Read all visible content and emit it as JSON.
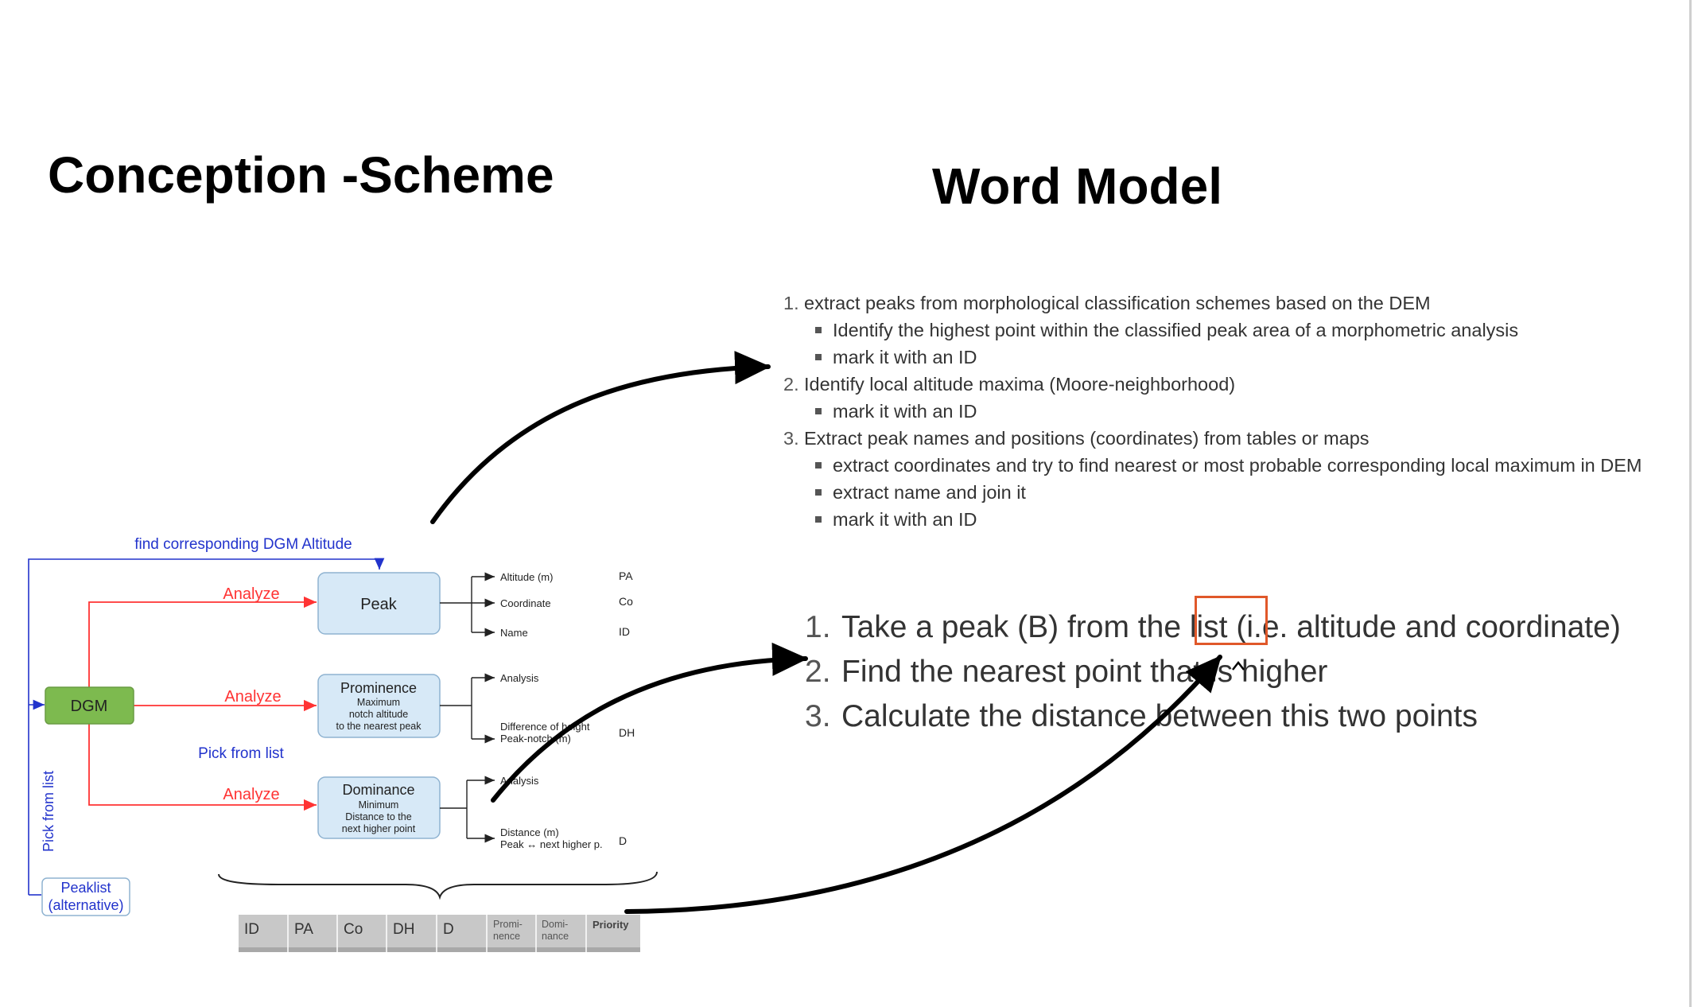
{
  "left_title": "Conception -Scheme",
  "right_title": "Word Model",
  "word_model_1": [
    {
      "num": "1.",
      "text": "extract peaks from morphological classification schemes based on the DEM",
      "sub": [
        "Identify the highest point within the classified peak area of a morphometric analysis",
        "mark it with an ID"
      ]
    },
    {
      "num": "2.",
      "text": "Identify local altitude maxima (Moore-neighborhood)",
      "sub": [
        "mark it with an ID"
      ]
    },
    {
      "num": "3.",
      "text": "Extract peak names and positions (coordinates) from tables or maps",
      "sub": [
        "extract coordinates and try to find nearest or most probable corresponding local maximum in DEM",
        "extract name and join it",
        "mark it with an ID"
      ]
    }
  ],
  "word_model_2": [
    {
      "num": "1.",
      "text": "Take a peak (B) from the list (i.e. altitude and coordinate)"
    },
    {
      "num": "2.",
      "text": "Find the nearest point that is higher"
    },
    {
      "num": "3.",
      "text": "Calculate the distance between this two points"
    }
  ],
  "diagram": {
    "find_label": "find corresponding DGM Altitude",
    "dgm": "DGM",
    "peak": "Peak",
    "prominence": {
      "title": "Prominence",
      "line1": "Maximum",
      "line2": "notch altitude",
      "line3": "to the nearest peak"
    },
    "dominance": {
      "title": "Dominance",
      "line1": "Minimum",
      "line2": "Distance to the",
      "line3": "next higher point"
    },
    "analyze_1": "Analyze",
    "analyze_2": "Analyze",
    "analyze_3": "Analyze",
    "pick_from_list": "Pick from list",
    "pick_from_list_vertical": "Pick from list",
    "peaklist": {
      "line1": "Peaklist",
      "line2": "(alternative)"
    },
    "peak_outputs": [
      {
        "label": "Altitude (m)",
        "code": "PA"
      },
      {
        "label": "Coordinate",
        "code": "Co"
      },
      {
        "label": "Name",
        "code": "ID"
      }
    ],
    "prominence_outputs": {
      "analysis": "Analysis",
      "diff_line1": "Difference of height",
      "diff_line2": "Peak-notch (m)",
      "code": "DH"
    },
    "dominance_outputs": {
      "analysis": "Analysis",
      "dist_line1": "Distance  (m)",
      "dist_line2": "Peak ↔ next higher p.",
      "code": "D"
    },
    "table_headers": [
      {
        "l1": "ID",
        "l2": "",
        "small": false
      },
      {
        "l1": "PA",
        "l2": "",
        "small": false
      },
      {
        "l1": "Co",
        "l2": "",
        "small": false
      },
      {
        "l1": "DH",
        "l2": "",
        "small": false
      },
      {
        "l1": "D",
        "l2": "",
        "small": false
      },
      {
        "l1": "Promi-",
        "l2": "nence",
        "small": true
      },
      {
        "l1": "Domi-",
        "l2": "nance",
        "small": true
      },
      {
        "l1": "Priority",
        "l2": "",
        "small": true,
        "bold": true
      }
    ]
  },
  "colors": {
    "arrow_red": "#ff3333",
    "blue": "#2233cc",
    "box_blue": "#d7e9f7",
    "box_green": "#7dba4f",
    "highlight": "#e0582a"
  }
}
